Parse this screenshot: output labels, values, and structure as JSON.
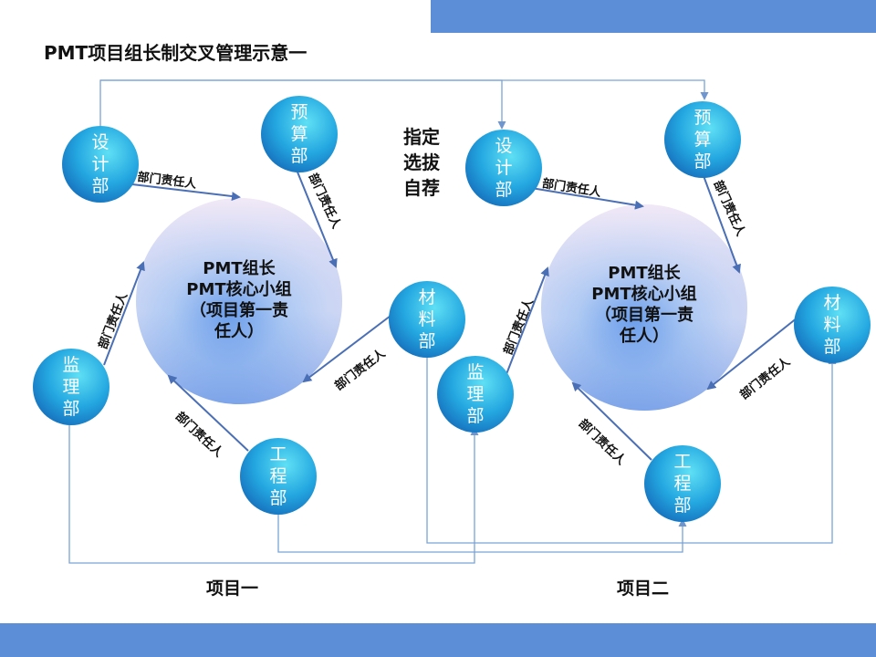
{
  "title": "PMT项目组长制交叉管理示意一",
  "note": [
    "指定",
    "选拔",
    "自荐"
  ],
  "relation_label": "部门责任人",
  "projects": [
    {
      "label": "项目一",
      "center": [
        "PMT组长",
        "PMT核心小组",
        "（项目第一责",
        "任人）"
      ],
      "depts": {
        "design": [
          "设",
          "计",
          "部"
        ],
        "budget": [
          "预",
          "算",
          "部"
        ],
        "material": [
          "材",
          "料",
          "部"
        ],
        "engineering": [
          "工",
          "程",
          "部"
        ],
        "supervision": [
          "监",
          "理",
          "部"
        ]
      }
    },
    {
      "label": "项目二",
      "center": [
        "PMT组长",
        "PMT核心小组",
        "（项目第一责",
        "任人）"
      ],
      "depts": {
        "design": [
          "设",
          "计",
          "部"
        ],
        "budget": [
          "预",
          "算",
          "部"
        ],
        "material": [
          "材",
          "料",
          "部"
        ],
        "engineering": [
          "工",
          "程",
          "部"
        ],
        "supervision": [
          "监",
          "理",
          "部"
        ]
      }
    }
  ],
  "colors": {
    "header_bar": "#5b8ed6",
    "node_fill": "#1f8fd6",
    "node_light": "#4fd0f0",
    "arrow": "#4a6fb5",
    "connector": "#7aa3d6"
  }
}
